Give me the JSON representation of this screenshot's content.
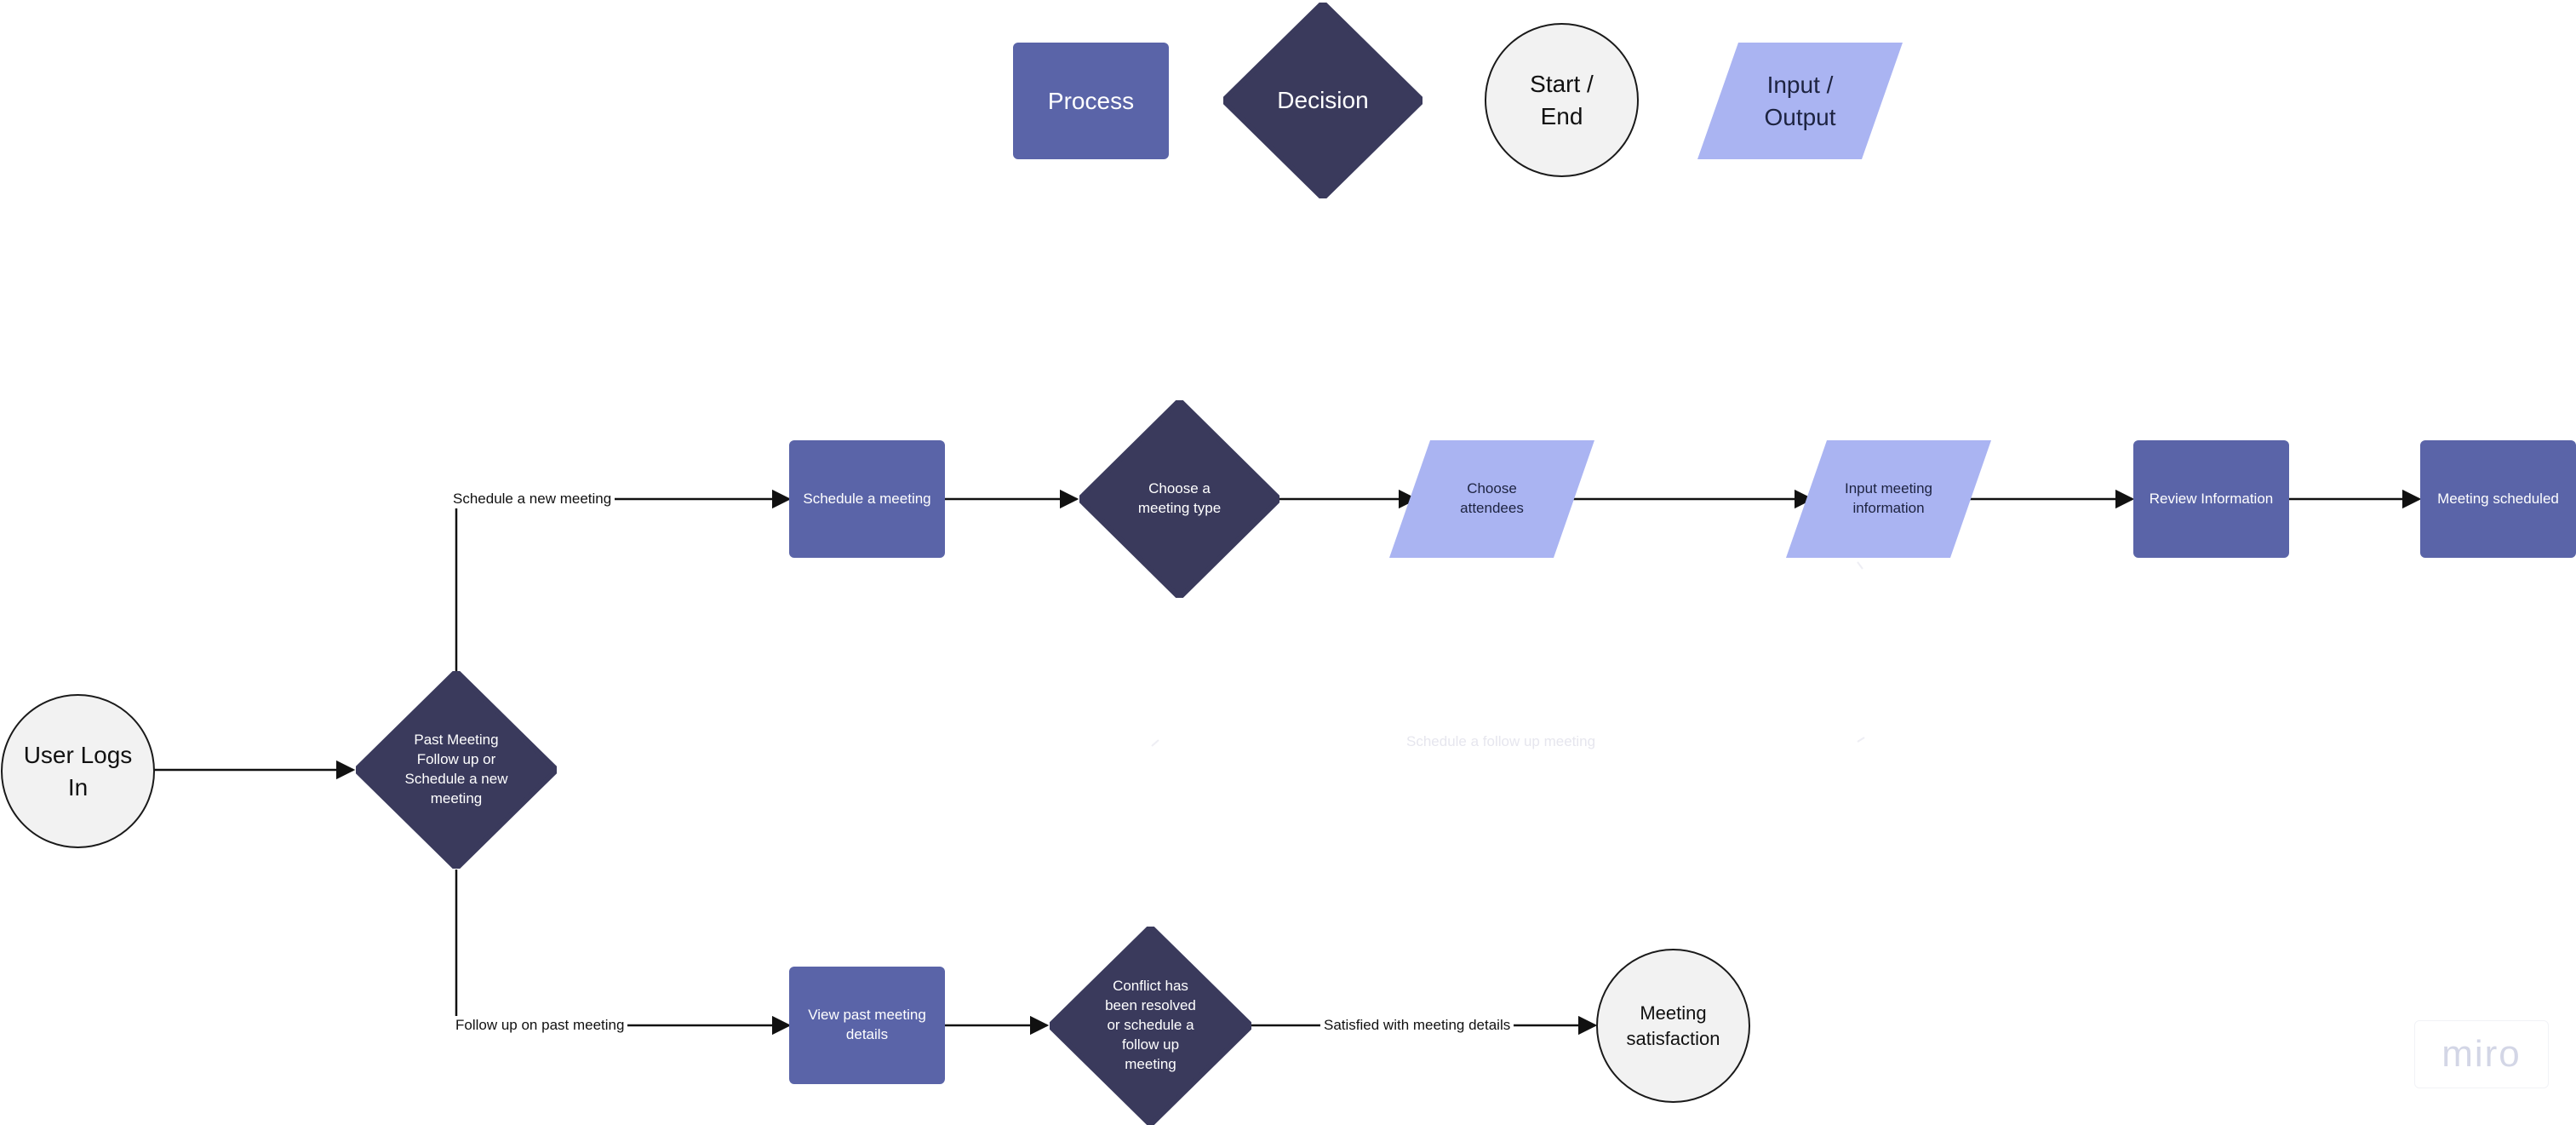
{
  "legend": {
    "process": "Process",
    "decision": "Decision",
    "start_end": "Start / End",
    "input_output": "Input / Output"
  },
  "nodes": {
    "user_logs_in": "User Logs In",
    "past_or_new": "Past Meeting Follow up or Schedule a new meeting",
    "schedule_meeting": "Schedule a meeting",
    "choose_meeting_type": "Choose a meeting type",
    "choose_attendees": "Choose attendees",
    "input_meeting_info": "Input meeting information",
    "review_information": "Review Information",
    "meeting_scheduled": "Meeting scheduled",
    "view_past_meeting": "View past meeting details",
    "conflict_resolved": "Conflict has been resolved or schedule a follow up meeting",
    "meeting_satisfaction": "Meeting satisfaction"
  },
  "edge_labels": {
    "schedule_new": "Schedule a new meeting",
    "follow_up_past": "Follow up on past meeting",
    "satisfied": "Satisfied with meeting details",
    "faint_follow_up": "Schedule a follow up meeting"
  },
  "watermark": "miro",
  "colors": {
    "process": "#5a64a8",
    "decision": "#3a3a5c",
    "start_end_fill": "#f2f2f2",
    "input_output": "#aab4f2",
    "edge": "#111111"
  }
}
